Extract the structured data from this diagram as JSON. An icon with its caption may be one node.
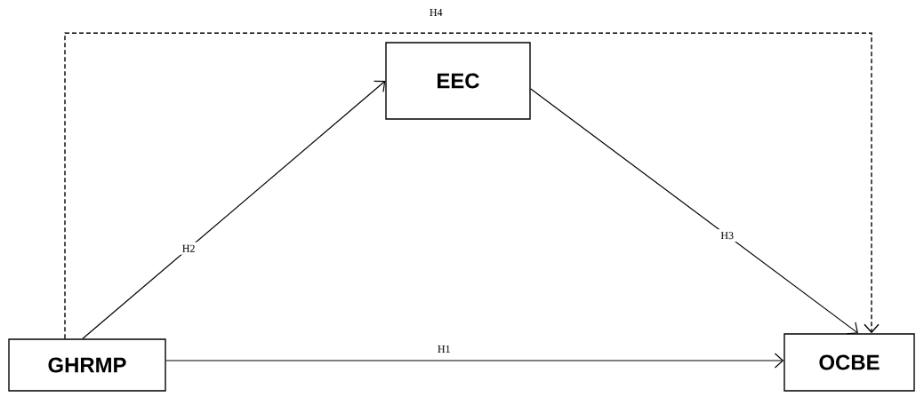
{
  "diagram": {
    "nodes": [
      {
        "text": [
          "EEC"
        ]
      },
      {
        "text": [
          "GHRMP"
        ]
      },
      {
        "text": [
          "OCBE"
        ]
      }
    ],
    "edges": [
      {
        "from": 1,
        "to": 0,
        "arrow": "to",
        "label": "H2"
      },
      {
        "from": 0,
        "to": 2,
        "arrow": "to",
        "label": "H3"
      },
      {
        "from": 1,
        "to": 2,
        "arrow": "to",
        "label": "H1"
      },
      {
        "from": 1,
        "to": 2,
        "arrow": "to",
        "label": "H4",
        "style": "dashed"
      }
    ]
  }
}
